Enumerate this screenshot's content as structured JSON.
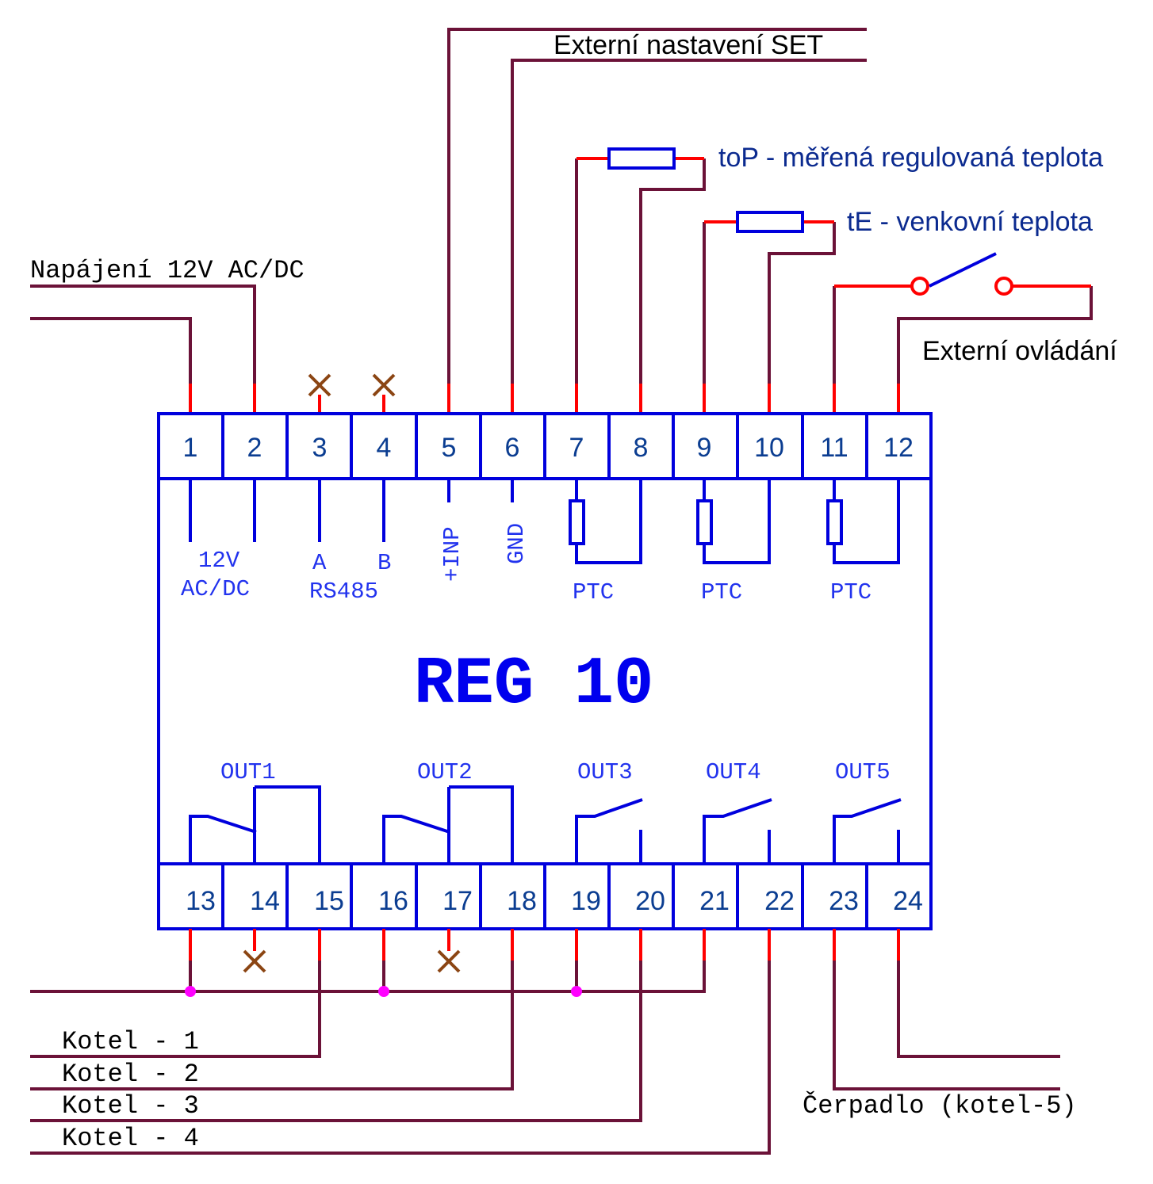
{
  "terminals_top": [
    "1",
    "2",
    "3",
    "4",
    "5",
    "6",
    "7",
    "8",
    "9",
    "10",
    "11",
    "12"
  ],
  "terminals_bottom": [
    "13",
    "14",
    "15",
    "16",
    "17",
    "18",
    "19",
    "20",
    "21",
    "22",
    "23",
    "24"
  ],
  "device_title": "REG 10",
  "inner_labels": {
    "power_line1": "12V",
    "power_line2": "AC/DC",
    "rs485_a": "A",
    "rs485_b": "B",
    "rs485": "RS485",
    "inp": "+INP",
    "gnd": "GND",
    "ptc1": "PTC",
    "ptc2": "PTC",
    "ptc3": "PTC"
  },
  "outputs": [
    "OUT1",
    "OUT2",
    "OUT3",
    "OUT4",
    "OUT5"
  ],
  "external_labels": {
    "power": "Napájení 12V AC/DC",
    "set": "Externí nastavení SET",
    "top": "toP - měřená regulovaná teplota",
    "te": "tE - venkovní teplota",
    "control": "Externí ovládání",
    "kotel1": "Kotel - 1",
    "kotel2": "Kotel - 2",
    "kotel3": "Kotel - 3",
    "kotel4": "Kotel - 4",
    "pump": "Čerpadlo (kotel-5)"
  },
  "colors": {
    "wire": "#6b1238",
    "pin": "#ff0000",
    "device": "#0000dd",
    "junction": "#ff00ff",
    "not_connected": "#8b4513"
  }
}
